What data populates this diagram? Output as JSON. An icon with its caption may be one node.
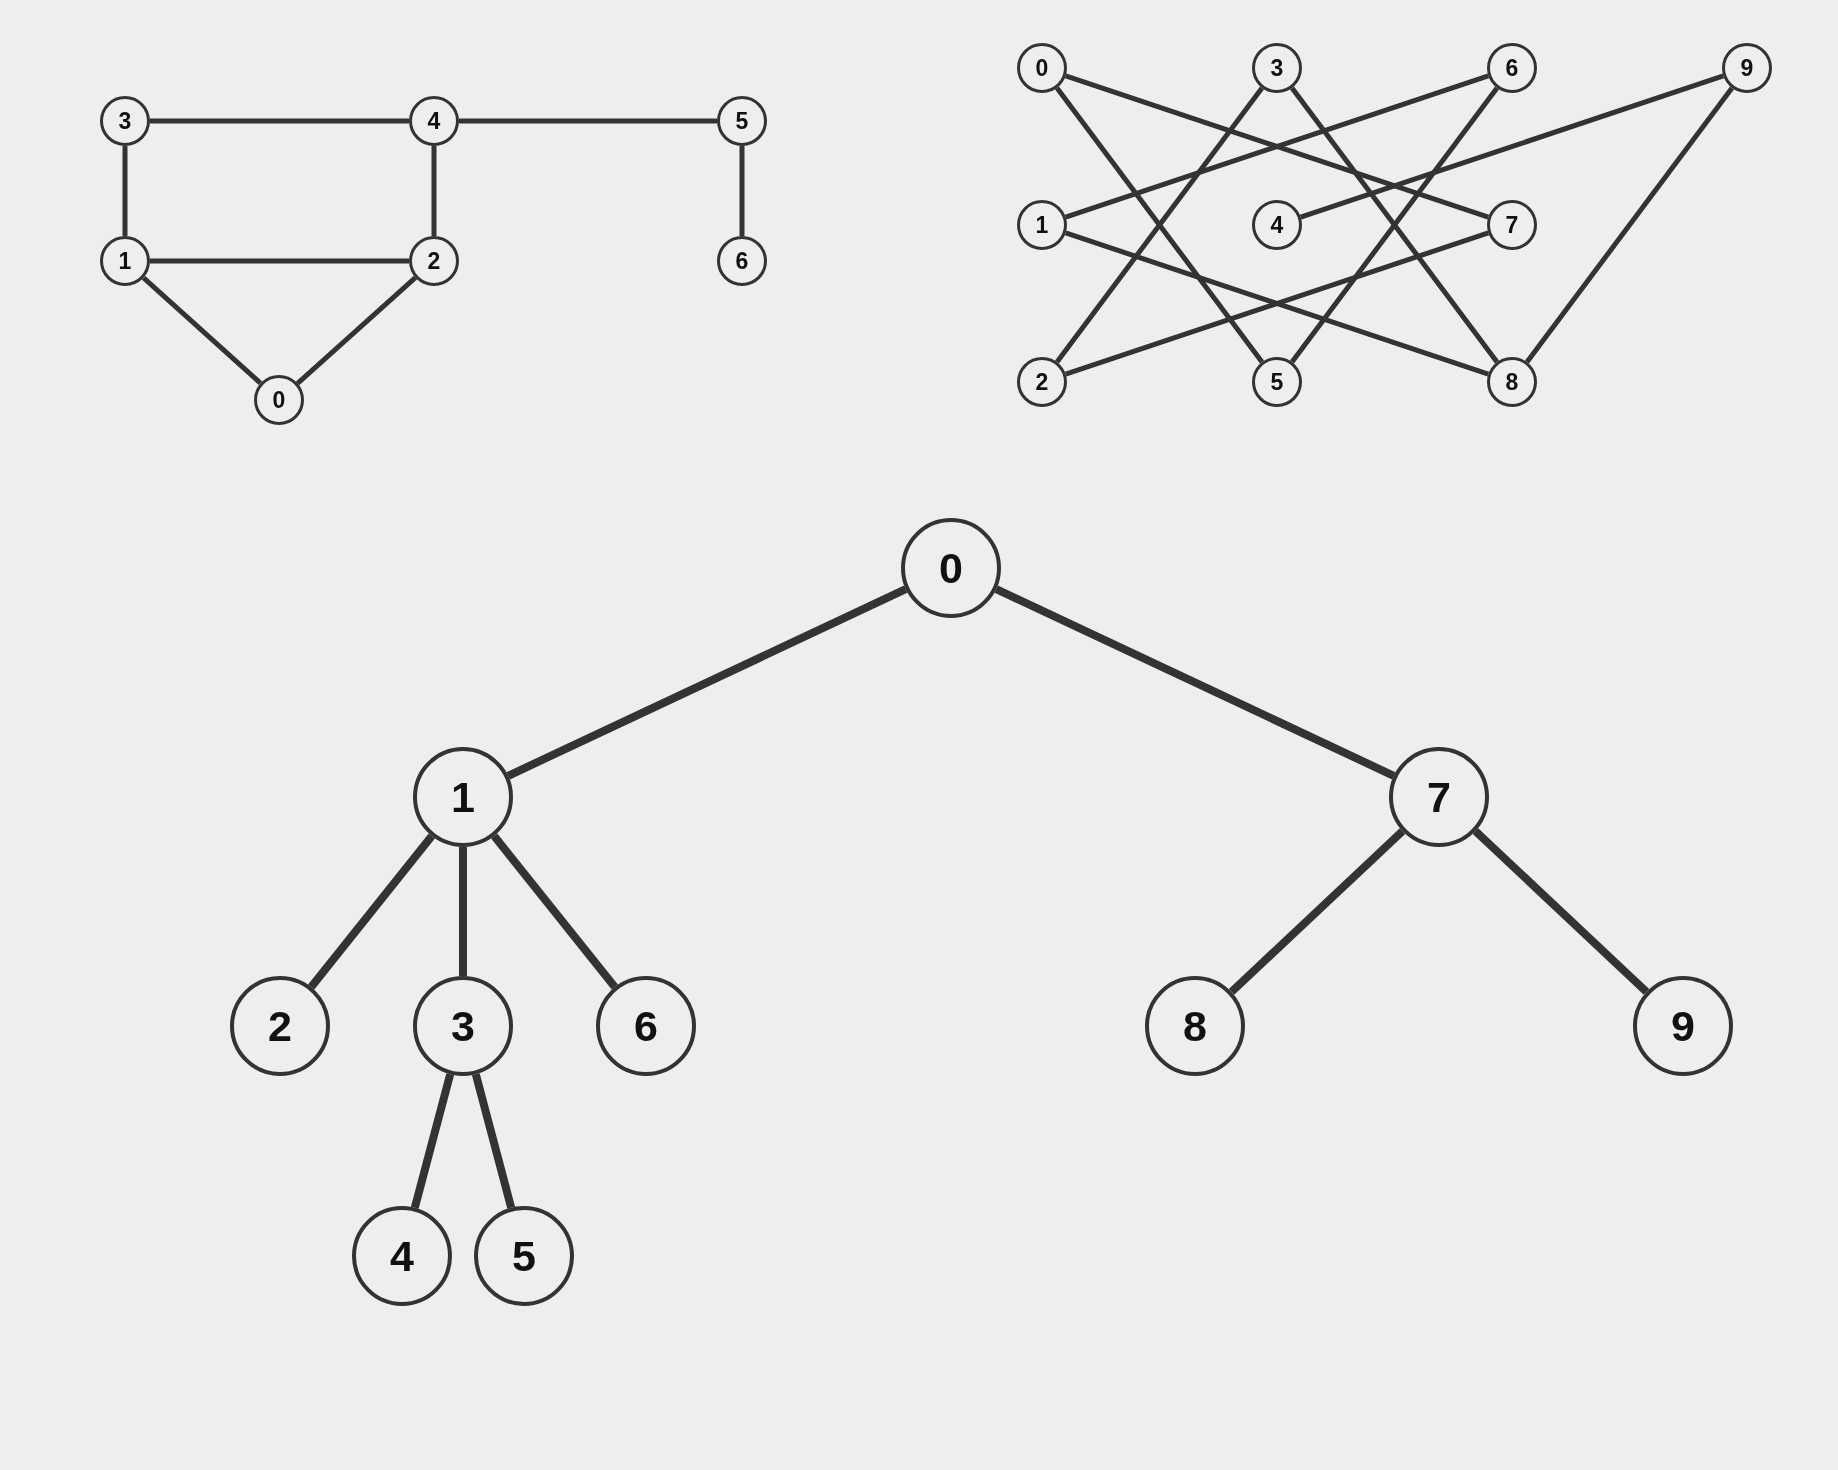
{
  "diagram": {
    "nodes": [
      {
        "text": [
          "0"
        ]
      },
      {
        "text": [
          "1"
        ]
      },
      {
        "text": [
          "2"
        ]
      },
      {
        "text": [
          "3"
        ]
      },
      {
        "text": [
          "4"
        ]
      },
      {
        "text": [
          "5"
        ]
      },
      {
        "text": [
          "6"
        ]
      },
      {
        "text": [
          "0"
        ]
      },
      {
        "text": [
          "1"
        ]
      },
      {
        "text": [
          "2"
        ]
      },
      {
        "text": [
          "3"
        ]
      },
      {
        "text": [
          "4"
        ]
      },
      {
        "text": [
          "5"
        ]
      },
      {
        "text": [
          "6"
        ]
      },
      {
        "text": [
          "7"
        ]
      },
      {
        "text": [
          "8"
        ]
      },
      {
        "text": [
          "9"
        ]
      },
      {
        "text": [
          "0"
        ]
      },
      {
        "text": [
          "1"
        ]
      },
      {
        "text": [
          "2"
        ]
      },
      {
        "text": [
          "3"
        ]
      },
      {
        "text": [
          "4"
        ]
      },
      {
        "text": [
          "5"
        ]
      },
      {
        "text": [
          "6"
        ]
      },
      {
        "text": [
          "7"
        ]
      },
      {
        "text": [
          "8"
        ]
      },
      {
        "text": [
          "9"
        ]
      }
    ],
    "edges": [
      {
        "from": 3,
        "to": 4,
        "arrow": "none"
      },
      {
        "from": 4,
        "to": 5,
        "arrow": "none"
      },
      {
        "from": 3,
        "to": 1,
        "arrow": "none"
      },
      {
        "from": 4,
        "to": 2,
        "arrow": "none"
      },
      {
        "from": 5,
        "to": 6,
        "arrow": "none"
      },
      {
        "from": 1,
        "to": 2,
        "arrow": "none"
      },
      {
        "from": 1,
        "to": 0,
        "arrow": "none"
      },
      {
        "from": 2,
        "to": 0,
        "arrow": "none"
      },
      {
        "from": 7,
        "to": 14,
        "arrow": "none"
      },
      {
        "from": 7,
        "to": 12,
        "arrow": "none"
      },
      {
        "from": 10,
        "to": 9,
        "arrow": "none"
      },
      {
        "from": 10,
        "to": 15,
        "arrow": "none"
      },
      {
        "from": 13,
        "to": 8,
        "arrow": "none"
      },
      {
        "from": 13,
        "to": 12,
        "arrow": "none"
      },
      {
        "from": 16,
        "to": 11,
        "arrow": "none"
      },
      {
        "from": 16,
        "to": 15,
        "arrow": "none"
      },
      {
        "from": 8,
        "to": 15,
        "arrow": "none"
      },
      {
        "from": 9,
        "to": 14,
        "arrow": "none"
      },
      {
        "from": 17,
        "to": 18,
        "arrow": "none"
      },
      {
        "from": 17,
        "to": 24,
        "arrow": "none"
      },
      {
        "from": 18,
        "to": 19,
        "arrow": "none"
      },
      {
        "from": 18,
        "to": 20,
        "arrow": "none"
      },
      {
        "from": 18,
        "to": 23,
        "arrow": "none"
      },
      {
        "from": 24,
        "to": 25,
        "arrow": "none"
      },
      {
        "from": 24,
        "to": 26,
        "arrow": "none"
      },
      {
        "from": 20,
        "to": 21,
        "arrow": "none"
      },
      {
        "from": 20,
        "to": 22,
        "arrow": "none"
      }
    ]
  }
}
